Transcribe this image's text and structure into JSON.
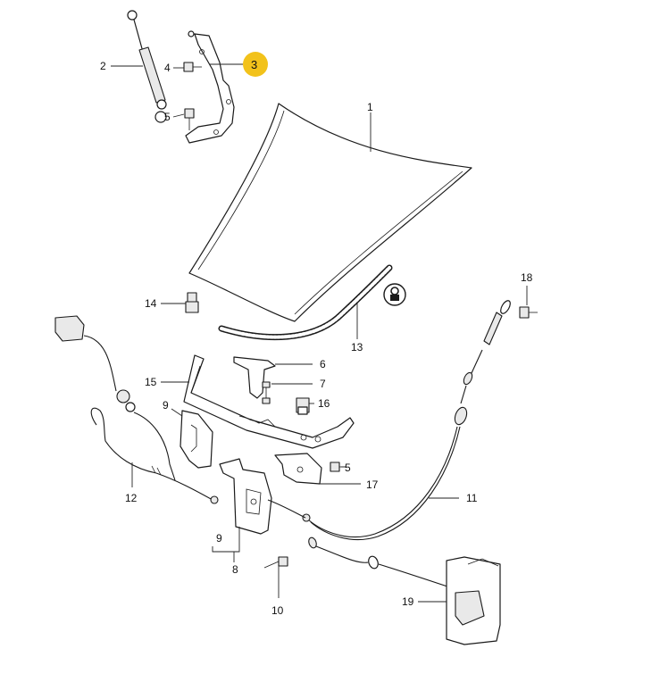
{
  "diagram": {
    "highlight_color": "#f2c21b",
    "highlighted_callout": "3",
    "callouts": {
      "c1": "1",
      "c2": "2",
      "c3": "3",
      "c4": "4",
      "c5a": "5",
      "c6": "6",
      "c7": "7",
      "c9a": "9",
      "c10": "10",
      "c11": "11",
      "c12": "12",
      "c13": "13",
      "c14": "14",
      "c15": "15",
      "c16": "16",
      "c17": "17",
      "c5b": "5",
      "c18": "18",
      "c19": "19",
      "c9b": "9",
      "c8": "8"
    },
    "icons": {
      "warning_symbol": "lock-warning-icon"
    }
  }
}
